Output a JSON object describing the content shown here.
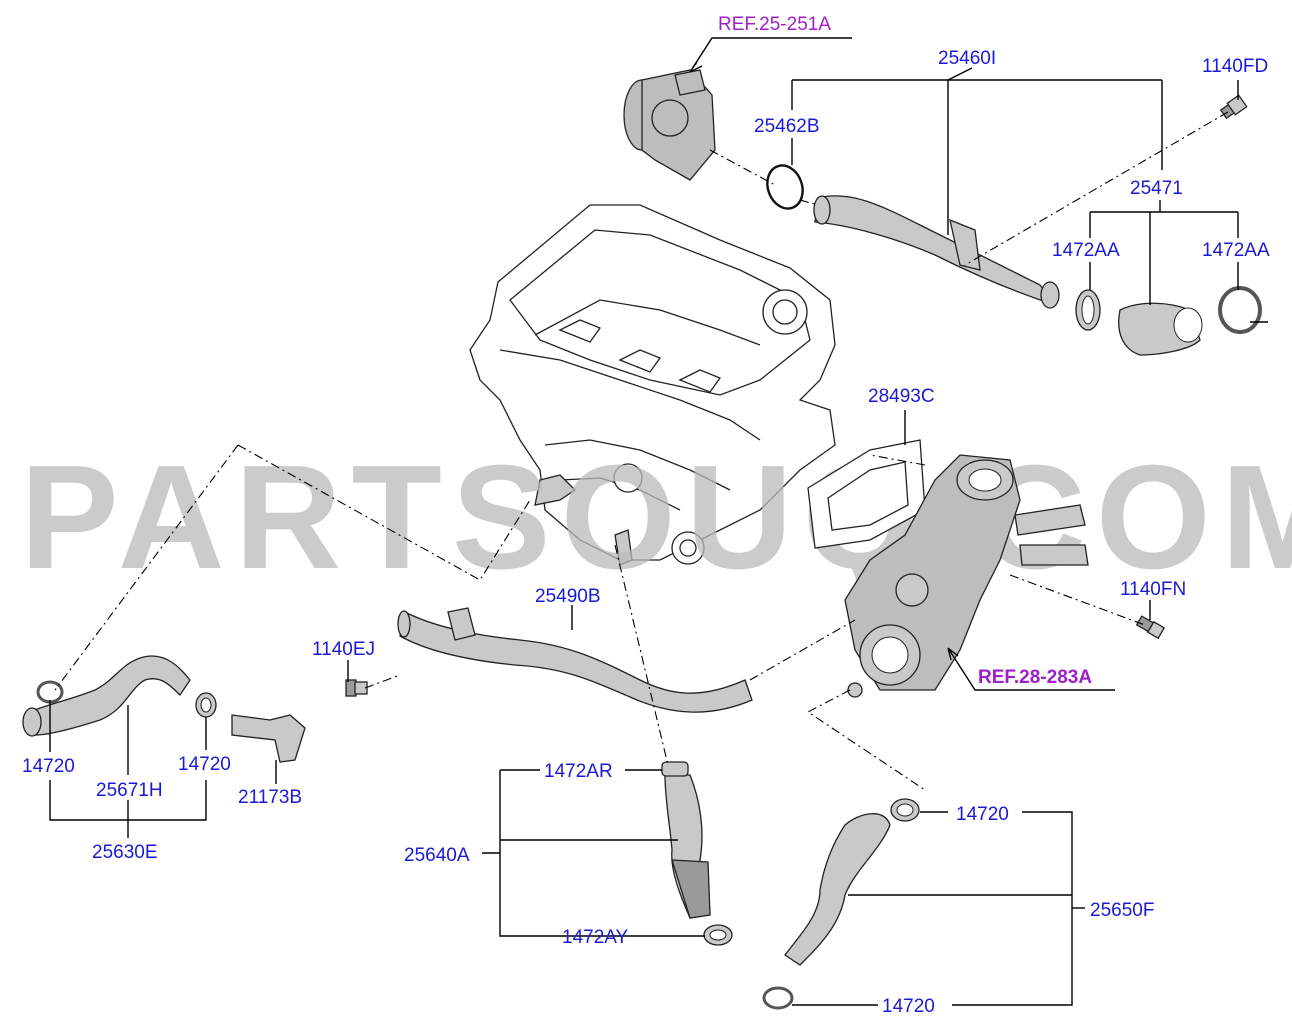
{
  "watermark": "PARTSOUQ.COM",
  "labels": {
    "ref_25": "REF.25-251A",
    "p25460I": "25460I",
    "p1140FD": "1140FD",
    "p25462B": "25462B",
    "p25471": "25471",
    "p1472AA_left": "1472AA",
    "p1472AA_right": "1472AA",
    "p28493C": "28493C",
    "p1140FN": "1140FN",
    "p25490B": "25490B",
    "p1140EJ": "1140EJ",
    "ref_28": "REF.28-283A",
    "p14720_a": "14720",
    "p25671H": "25671H",
    "p14720_b": "14720",
    "p21173B": "21173B",
    "p25630E": "25630E",
    "p1472AR": "1472AR",
    "p25640A": "25640A",
    "p1472AY": "1472AY",
    "p14720_c": "14720",
    "p25650F": "25650F",
    "p14720_d": "14720"
  }
}
